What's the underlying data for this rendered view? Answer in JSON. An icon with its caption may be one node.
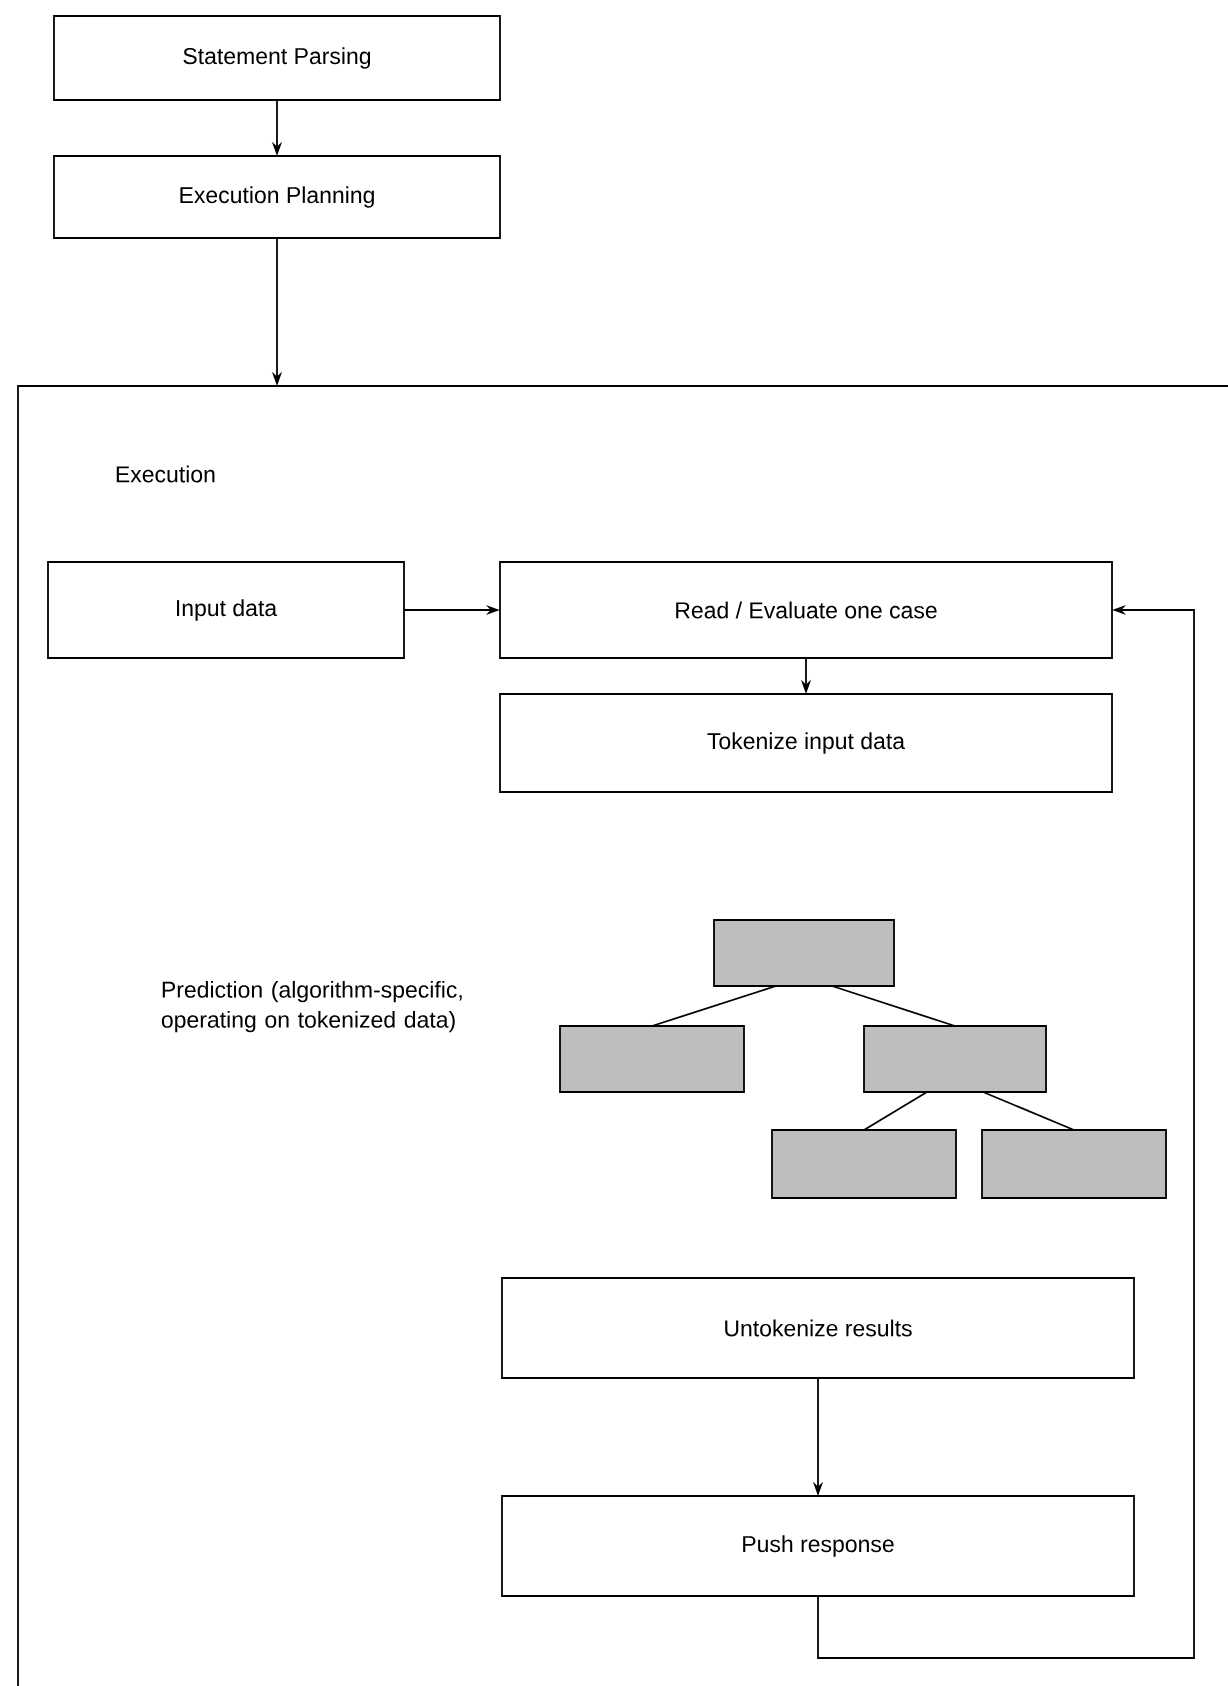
{
  "diagram": {
    "nodes": [
      {
        "text": [
          "Statement Parsing"
        ]
      },
      {
        "text": [
          "Execution Planning"
        ]
      },
      {
        "text": [
          "Execution"
        ]
      },
      {
        "text": [
          "Input data"
        ],
        "in": 2
      },
      {
        "text": [
          "Read / Evaluate one case"
        ],
        "in": 2
      },
      {
        "text": [
          "Tokenize input data"
        ],
        "in": 2
      },
      {
        "text": [],
        "shape": "box",
        "in": 2
      },
      {
        "text": [],
        "shape": "box",
        "in": 2
      },
      {
        "text": [],
        "shape": "box",
        "in": 2
      },
      {
        "text": [],
        "shape": "box",
        "in": 2
      },
      {
        "text": [],
        "shape": "box",
        "in": 2
      },
      {
        "text": [
          "Untokenize results"
        ],
        "in": 2
      },
      {
        "text": [
          "Push response"
        ],
        "in": 2
      }
    ],
    "edges": [
      {
        "from": 0,
        "to": 1,
        "arrow": "to"
      },
      {
        "from": 1,
        "to": 2,
        "arrow": "to"
      },
      {
        "from": 3,
        "to": 4,
        "arrow": "to"
      },
      {
        "from": 4,
        "to": 5,
        "arrow": "to"
      },
      {
        "from": 6,
        "to": 7,
        "arrow": "none"
      },
      {
        "from": 6,
        "to": 8,
        "arrow": "none"
      },
      {
        "from": 8,
        "to": 9,
        "arrow": "none"
      },
      {
        "from": 8,
        "to": 10,
        "arrow": "none"
      },
      {
        "from": 11,
        "to": 12,
        "arrow": "to"
      },
      {
        "from": 12,
        "to": 4,
        "arrow": "to"
      }
    ],
    "labels": [
      "Prediction (algorithm-specific, operating on tokenized data)"
    ]
  }
}
